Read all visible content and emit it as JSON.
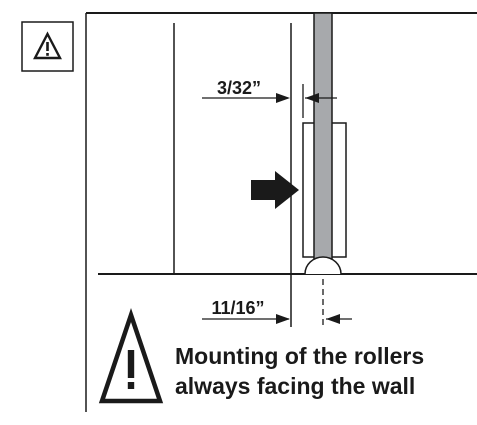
{
  "dimensions": {
    "gap": "3/32”",
    "offset": "11/16”"
  },
  "note": {
    "line1": "Mounting of the rollers",
    "line2": "always facing the wall"
  },
  "icons": {
    "corner": "warning-triangle-icon",
    "note": "warning-triangle-icon",
    "arrow": "direction-arrow-icon"
  },
  "colors": {
    "ink": "#1a1a1a",
    "panel_fill": "#a7a9ac",
    "background": "#ffffff"
  }
}
